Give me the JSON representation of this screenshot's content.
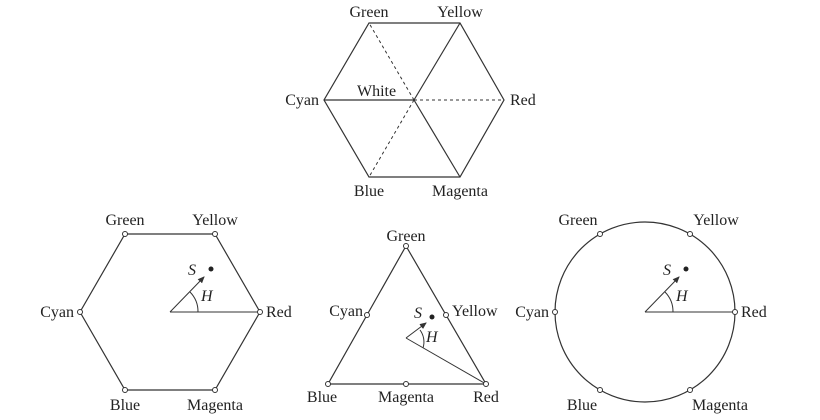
{
  "cube": {
    "green": "Green",
    "yellow": "Yellow",
    "cyan": "Cyan",
    "white": "White",
    "red": "Red",
    "blue": "Blue",
    "magenta": "Magenta"
  },
  "hexagon": {
    "green": "Green",
    "yellow": "Yellow",
    "cyan": "Cyan",
    "red": "Red",
    "blue": "Blue",
    "magenta": "Magenta",
    "s": "S",
    "h": "H"
  },
  "triangle": {
    "green": "Green",
    "cyan": "Cyan",
    "yellow": "Yellow",
    "blue": "Blue",
    "magenta": "Magenta",
    "red": "Red",
    "s": "S",
    "h": "H"
  },
  "circle": {
    "green": "Green",
    "yellow": "Yellow",
    "cyan": "Cyan",
    "red": "Red",
    "blue": "Blue",
    "magenta": "Magenta",
    "s": "S",
    "h": "H"
  },
  "colors": {
    "stroke": "#333333",
    "text": "#222222",
    "background": "#ffffff"
  }
}
